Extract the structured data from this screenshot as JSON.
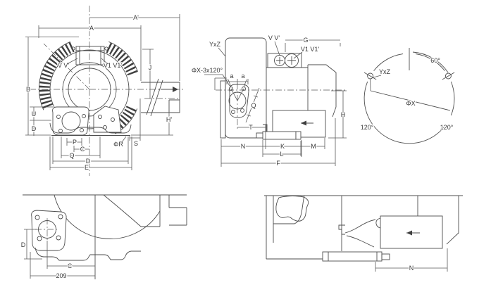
{
  "front": {
    "a_prime": "A'",
    "a": "A",
    "b": "B",
    "j": "J",
    "h_prime": "H'",
    "u": "U",
    "d_left": "D",
    "p": "P",
    "c": "C",
    "q": "Q",
    "d": "D",
    "e": "E",
    "phi_r": "ΦR",
    "s": "S",
    "v": "V V'",
    "v1": "V1 V1'"
  },
  "side": {
    "yxz": "YxZ",
    "phix_holes": "ΦX-3x120°",
    "v": "V V'",
    "v1": "V1 V1'",
    "g": "G",
    "a1": "a",
    "a2": "a",
    "q": "Q",
    "t": "T",
    "n": "N",
    "k": "K",
    "l": "L",
    "m": "M",
    "f": "F",
    "h": "H"
  },
  "bolt": {
    "deg60": "60°",
    "yxz": "YxZ",
    "phix": "ΦX",
    "deg120l": "120°",
    "deg120r": "120°"
  },
  "base": {
    "d": "D",
    "c": "C",
    "len": "209"
  },
  "muff": {
    "n": "N"
  }
}
